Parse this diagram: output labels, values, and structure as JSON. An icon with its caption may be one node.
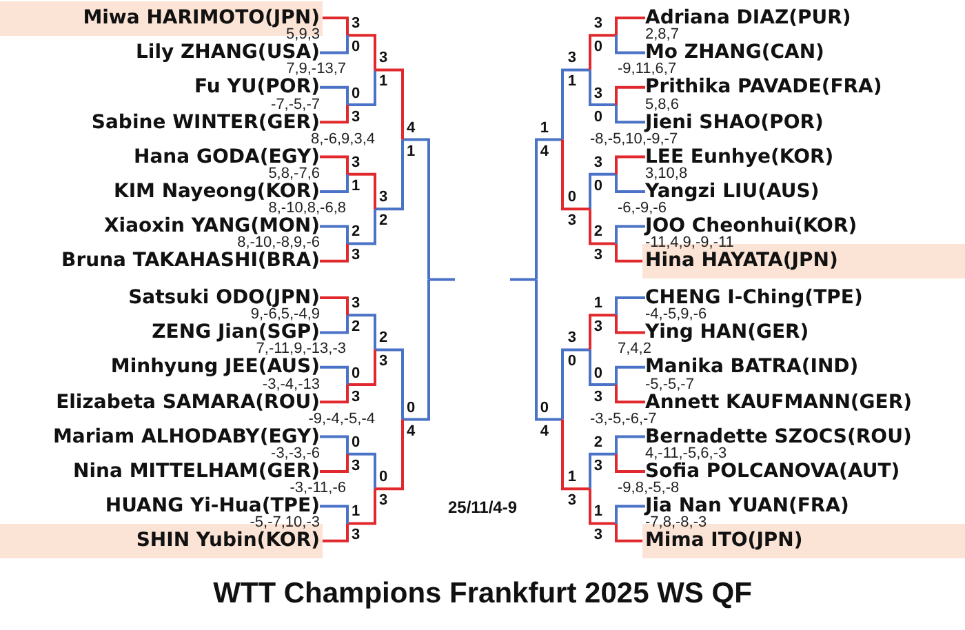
{
  "diagram": {
    "title": "WTT Champions Frankfurt 2025 WS QF",
    "nodes": [
      {
        "text": [
          "Miwa HARIMOTO(JPN)"
        ]
      },
      {
        "text": [
          "Lily ZHANG(USA)"
        ]
      },
      {
        "text": [
          "Fu YU(POR)"
        ]
      },
      {
        "text": [
          "Sabine WINTER(GER)"
        ]
      },
      {
        "text": [
          "Hana GODA(EGY)"
        ]
      },
      {
        "text": [
          "KIM Nayeong(KOR)"
        ]
      },
      {
        "text": [
          "Xiaoxin YANG(MON)"
        ]
      },
      {
        "text": [
          "Bruna TAKAHASHI(BRA)"
        ]
      },
      {
        "text": [
          "Satsuki ODO(JPN)"
        ]
      },
      {
        "text": [
          "ZENG Jian(SGP)"
        ]
      },
      {
        "text": [
          "Minhyung JEE(AUS)"
        ]
      },
      {
        "text": [
          "Elizabeta SAMARA(ROU)"
        ]
      },
      {
        "text": [
          "Mariam ALHODABY(EGY)"
        ]
      },
      {
        "text": [
          "Nina MITTELHAM(GER)"
        ]
      },
      {
        "text": [
          "HUANG Yi-Hua(TPE)"
        ]
      },
      {
        "text": [
          "SHIN Yubin(KOR)"
        ]
      },
      {
        "text": [
          "Adriana DIAZ(PUR)"
        ]
      },
      {
        "text": [
          "Mo ZHANG(CAN)"
        ]
      },
      {
        "text": [
          "Prithika PAVADE(FRA)"
        ]
      },
      {
        "text": [
          "Jieni SHAO(POR)"
        ]
      },
      {
        "text": [
          "LEE Eunhye(KOR)"
        ]
      },
      {
        "text": [
          "Yangzi LIU(AUS)"
        ]
      },
      {
        "text": [
          "JOO Cheonhui(KOR)"
        ]
      },
      {
        "text": [
          "Hina HAYATA(JPN)"
        ]
      },
      {
        "text": [
          "CHENG I-Ching(TPE)"
        ]
      },
      {
        "text": [
          "Ying HAN(GER)"
        ]
      },
      {
        "text": [
          "Manika BATRA(IND)"
        ]
      },
      {
        "text": [
          "Annett KAUFMANN(GER)"
        ]
      },
      {
        "text": [
          "Bernadette SZOCS(ROU)"
        ]
      },
      {
        "text": [
          "Sofia POLCANOVA(AUT)"
        ]
      },
      {
        "text": [
          "Jia Nan YUAN(FRA)"
        ]
      },
      {
        "text": [
          "Mima ITO(JPN)"
        ]
      }
    ],
    "edges": [
      {
        "from": 0,
        "to": 1,
        "arrow": "none"
      },
      {
        "from": 2,
        "to": 3,
        "arrow": "none"
      },
      {
        "from": 4,
        "to": 5,
        "arrow": "none"
      },
      {
        "from": 6,
        "to": 7,
        "arrow": "none"
      },
      {
        "from": 8,
        "to": 9,
        "arrow": "none"
      },
      {
        "from": 10,
        "to": 11,
        "arrow": "none"
      },
      {
        "from": 12,
        "to": 13,
        "arrow": "none"
      },
      {
        "from": 14,
        "to": 15,
        "arrow": "none"
      },
      {
        "from": 16,
        "to": 17,
        "arrow": "none"
      },
      {
        "from": 18,
        "to": 19,
        "arrow": "none"
      },
      {
        "from": 20,
        "to": 21,
        "arrow": "none"
      },
      {
        "from": 22,
        "to": 23,
        "arrow": "none"
      },
      {
        "from": 24,
        "to": 25,
        "arrow": "none"
      },
      {
        "from": 26,
        "to": 27,
        "arrow": "none"
      },
      {
        "from": 28,
        "to": 29,
        "arrow": "none"
      },
      {
        "from": 30,
        "to": 31,
        "arrow": "none"
      }
    ],
    "labels": [
      "3",
      "0",
      "0",
      "3",
      "3",
      "1",
      "2",
      "3",
      "3",
      "2",
      "0",
      "3",
      "0",
      "3",
      "1",
      "3",
      "5,9,3",
      "7,9,-13,7",
      "-7,-5,-7",
      "8,-6,9,3,4",
      "5,8,-7,6",
      "8,-10,8,-6,8",
      "8,-10,-8,9,-6",
      "9,-6,5,-4,9",
      "7,-11,9,-13,-3",
      "-3,-4,-13",
      "-9,-4,-5,-4",
      "-3,-3,-6",
      "-3,-11,-6",
      "-5,-7,10,-3",
      "3",
      "1",
      "3",
      "2",
      "2",
      "3",
      "0",
      "3",
      "4",
      "1",
      "0",
      "4",
      "25/11/4-9",
      "3",
      "0",
      "3",
      "0",
      "3",
      "0",
      "2",
      "3",
      "1",
      "3",
      "0",
      "3",
      "2",
      "3",
      "1",
      "3",
      "2,8,7",
      "-9,11,6,7",
      "5,8,6",
      "-8,-5,10,-9,-7",
      "3,10,8",
      "-6,-9,-6",
      "-11,4,9,-9,-11",
      "-4,-5,9,-6",
      "7,4,2",
      "-5,-5,-7",
      "-3,-5,-6,-7",
      "4,-11,-5,6,-3",
      "-9,8,-5,-8",
      "-7,8,-8,-3",
      "3",
      "1",
      "0",
      "3",
      "3",
      "0",
      "1",
      "3",
      "1",
      "4",
      "0",
      "4"
    ]
  }
}
